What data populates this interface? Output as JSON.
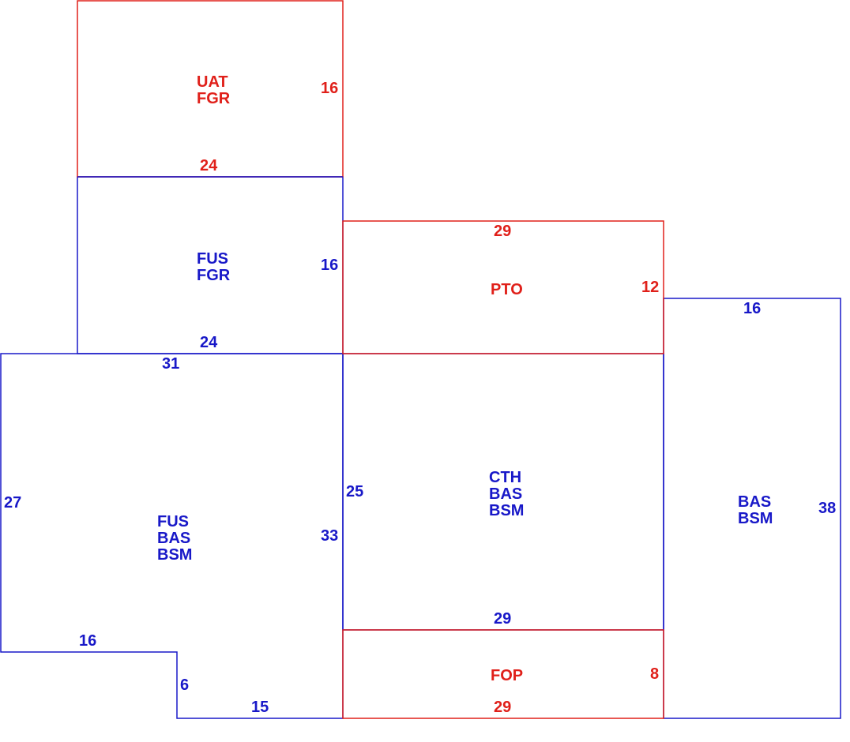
{
  "colors": {
    "red": "#e0201a",
    "blue": "#1818c8",
    "background": "#ffffff"
  },
  "areas": {
    "uat_fgr": {
      "codes": [
        "UAT",
        "FGR"
      ],
      "color": "red",
      "dims": {
        "side": "16",
        "bottom": "24"
      }
    },
    "fus_fgr": {
      "codes": [
        "FUS",
        "FGR"
      ],
      "color": "blue",
      "dims": {
        "side": "16",
        "bottom": "24"
      }
    },
    "pto": {
      "codes": [
        "PTO"
      ],
      "color": "red",
      "dims": {
        "top": "29",
        "side": "12"
      }
    },
    "bas_bsm_right": {
      "codes": [
        "BAS",
        "BSM"
      ],
      "color": "blue",
      "dims": {
        "top": "16",
        "side": "38"
      }
    },
    "fus_bas_bsm": {
      "codes": [
        "FUS",
        "BAS",
        "BSM"
      ],
      "color": "blue",
      "dims": {
        "top": "31",
        "left": "27",
        "right": "33",
        "notch_top": "16",
        "notch_side": "6",
        "bottom": "15"
      }
    },
    "cth_bas_bsm": {
      "codes": [
        "CTH",
        "BAS",
        "BSM"
      ],
      "color": "blue",
      "dims": {
        "left": "25",
        "bottom": "29"
      }
    },
    "fop": {
      "codes": [
        "FOP"
      ],
      "color": "red",
      "dims": {
        "side": "8",
        "bottom": "29"
      }
    }
  }
}
